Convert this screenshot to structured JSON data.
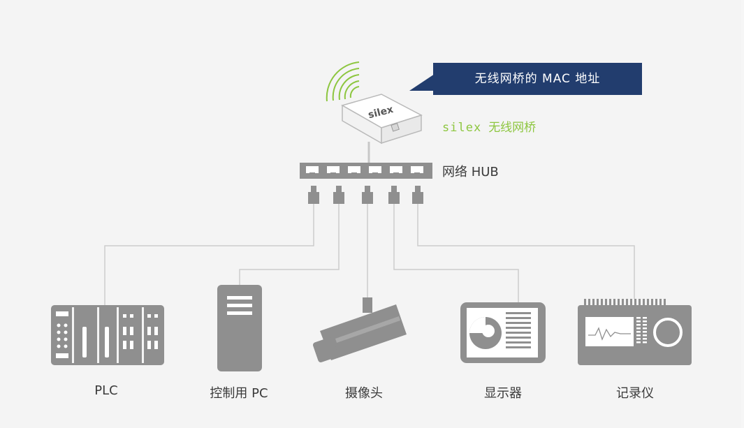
{
  "callout": {
    "text": "无线网桥的 MAC 地址"
  },
  "bridge": {
    "brand_text": "silex",
    "caption_brand": "silex",
    "caption_text": "无线网桥"
  },
  "hub": {
    "label": "网络 HUB",
    "port_count": 6
  },
  "devices": [
    {
      "label": "PLC",
      "icon": "plc-icon"
    },
    {
      "label": "控制用 PC",
      "icon": "pc-tower-icon"
    },
    {
      "label": "摄像头",
      "icon": "camera-icon"
    },
    {
      "label": "显示器",
      "icon": "tablet-display-icon"
    },
    {
      "label": "记录仪",
      "icon": "recorder-icon"
    }
  ],
  "colors": {
    "callout_bg": "#223d6e",
    "accent_green": "#8dc63f",
    "device_gray": "#8f8f8f",
    "line_gray": "#c8c8c8"
  }
}
